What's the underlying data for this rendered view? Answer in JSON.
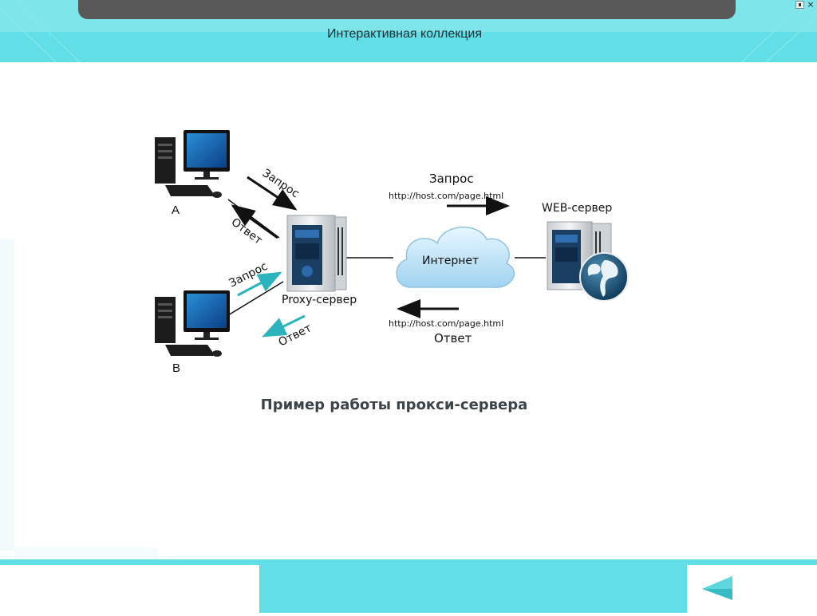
{
  "window": {
    "title": "Интерактивная коллекция",
    "controls": [
      "restore-icon",
      "close-icon"
    ],
    "close_glyph": "×"
  },
  "diagram": {
    "client_a_label": "A",
    "client_b_label": "B",
    "proxy_label": "Proxy-сервер",
    "internet_label": "Интернет",
    "web_server_label": "WEB-сервер",
    "a_request_label": "Запрос",
    "a_response_label": "Ответ",
    "b_request_label": "Запрос",
    "b_response_label": "Ответ",
    "inet_request_label": "Запрос",
    "inet_request_url": "http://host.com/page.html",
    "inet_response_url": "http://host.com/page.html",
    "inet_response_label": "Ответ",
    "caption": "Пример работы прокси-сервера"
  },
  "navigation": {
    "prev_icon": "triangle-left-icon"
  },
  "colors": {
    "accent": "#62dfe6",
    "accent_dark": "#1aa5b3",
    "teal_arrow": "#2bb4bd",
    "caption": "#3a4449",
    "dark_bar": "#595959"
  }
}
